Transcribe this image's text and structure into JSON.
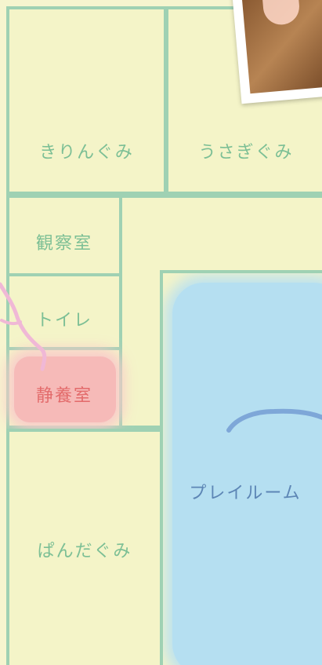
{
  "rooms": {
    "kirin": "きりんぐみ",
    "usagi": "うさぎぐみ",
    "kansatsu": "観察室",
    "toilet": "トイレ",
    "seiyou": "静養室",
    "panda": "ぱんだぐみ",
    "playroom": "プレイルーム"
  },
  "colors": {
    "wall": "#9fd1b3",
    "room_fill": "#f4f4c8",
    "label_green": "#7cbf95",
    "label_red": "#e36b6b",
    "label_blue": "#5d86b5",
    "playroom_fill": "#b5dff1",
    "seiyou_fill": "#f7b7b8",
    "accent_pink": "#f0b8d6",
    "accent_blue": "#7ea7d8"
  },
  "photo": {
    "visible": true
  }
}
